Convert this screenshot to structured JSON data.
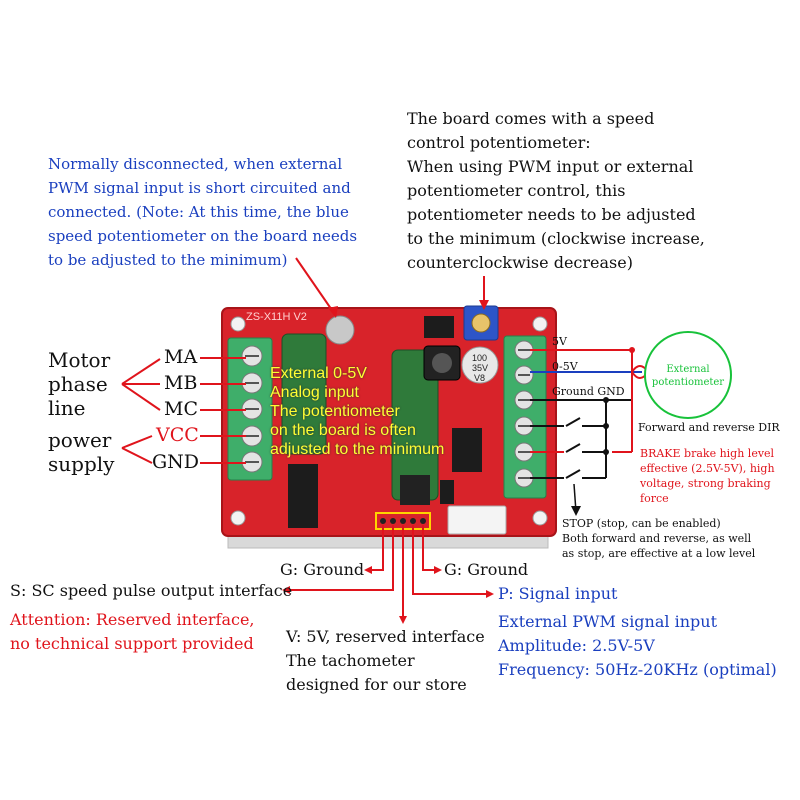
{
  "top_blue_note": [
    "Normally disconnected, when external",
    "PWM signal input is short circuited and",
    "connected. (Note: At this time, the blue",
    "speed potentiometer on the board needs",
    "to be adjusted to the minimum)"
  ],
  "top_black_note": [
    "The board comes with a speed",
    "control potentiometer:",
    "When using PWM input or external",
    "potentiometer control, this",
    "potentiometer needs to be adjusted",
    "to the minimum (clockwise increase,",
    "counterclockwise decrease)"
  ],
  "left_labels": {
    "motor_phase": [
      "Motor",
      "phase",
      "line"
    ],
    "power_supply": [
      "power",
      "supply"
    ],
    "terminals": [
      "MA",
      "MB",
      "MC",
      "VCC",
      "GND"
    ]
  },
  "board_overlay": [
    "External 0-5V",
    "Analog input",
    "The potentiometer",
    "on the board is often",
    "adjusted to the minimum"
  ],
  "board_silkscreen": "ZS-X11H V2",
  "capacitor_marks": [
    "100",
    "35V",
    "V8"
  ],
  "right_labels": {
    "v5": "5V",
    "v05": "0-5V",
    "ground": "Ground GND",
    "ext_pot": [
      "External",
      "potentiometer"
    ],
    "dir": "Forward and reverse DIR",
    "brake": [
      "BRAKE brake high level",
      "effective (2.5V-5V), high",
      "voltage, strong braking",
      "force"
    ],
    "stop": [
      "STOP (stop, can be enabled)",
      "Both forward and reverse, as well",
      "as stop, are effective at a low level"
    ]
  },
  "bottom_labels": {
    "g_ground_left": "G: Ground",
    "g_ground_right": "G: Ground",
    "sc": "S: SC speed pulse output interface",
    "attention": [
      "Attention: Reserved interface,",
      "no technical support provided"
    ],
    "v5": [
      "V: 5V, reserved interface",
      "The tachometer",
      "designed for our store"
    ],
    "signal": "P: Signal input",
    "pwm": [
      "External PWM signal input",
      "Amplitude: 2.5V-5V",
      "Frequency: 50Hz-20KHz (optimal)"
    ]
  },
  "colors": {
    "board_red": "#d8232a",
    "terminal_green": "#3fae6a",
    "annotation_blue": "#1a3fbf",
    "annotation_red": "#e0141c",
    "pot_green": "#18c23a",
    "overlay_yellow": "#ffff33"
  }
}
